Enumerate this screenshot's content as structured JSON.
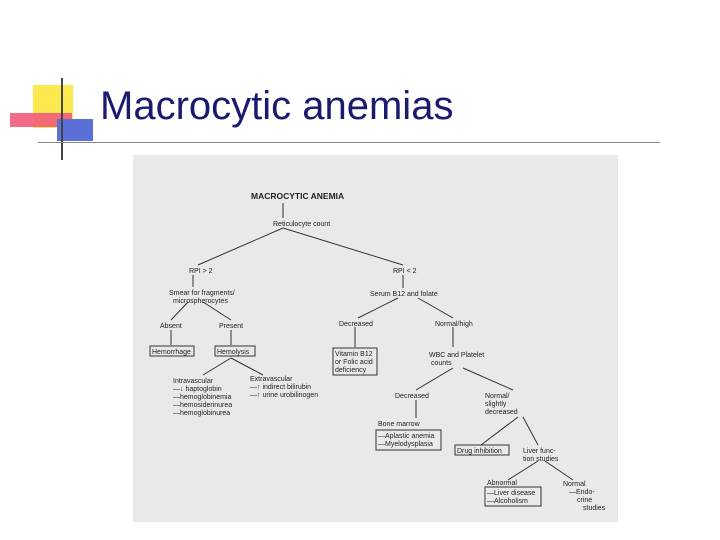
{
  "slide": {
    "title": "Macrocytic anemias",
    "accent_colors": {
      "yellow": "#fce94f",
      "red": "#f25c7a",
      "blue": "#5a6fd8",
      "rule": "#777777",
      "title_text": "#1a1a6e"
    }
  },
  "flowchart": {
    "title": "MACROCYTIC ANEMIA",
    "reticulocyte": "Reticulocyte count",
    "rpi_high": "RPI > 2",
    "rpi_low": "RPI < 2",
    "smear_line1": "Smear for fragments/",
    "smear_line2": "microspherocytes",
    "absent": "Absent",
    "present": "Present",
    "hemorrhage": "Hemorrhage",
    "hemolysis": "Hemolysis",
    "intravascular": {
      "heading": "Intravascular",
      "items": [
        "—↓ haptoglobin",
        "—hemoglobinemia",
        "—hemosiderinurea",
        "—hemoglobinurea"
      ]
    },
    "extravascular": {
      "heading": "Extravascular",
      "items": [
        "—↑ indirect bilirubin",
        "—↑ urine urobilinogen"
      ]
    },
    "serum": "Serum B12 and folate",
    "decreased_1": "Decreased",
    "normal_high": "Normal/high",
    "vitamin": [
      "Vitamin B12",
      "or Folic acid",
      "deficiency"
    ],
    "wbc": [
      "WBC and Platelet",
      "counts"
    ],
    "decreased_2": "Decreased",
    "normal_slight": [
      "Normal/",
      "slightly",
      "decreased"
    ],
    "bone_marrow": {
      "heading": "Bone marrow",
      "items": [
        "—Aplastic anemia",
        "—Myelodysplasia"
      ]
    },
    "drug": "Drug inhibition",
    "liver": [
      "Liver func-",
      "tion studies"
    ],
    "abnormal": {
      "heading": "Abnormal",
      "items": [
        "—Liver disease",
        "—Alcoholism"
      ]
    },
    "normal_final": [
      "Normal",
      "—Endo-",
      "crine",
      "studies"
    ]
  }
}
